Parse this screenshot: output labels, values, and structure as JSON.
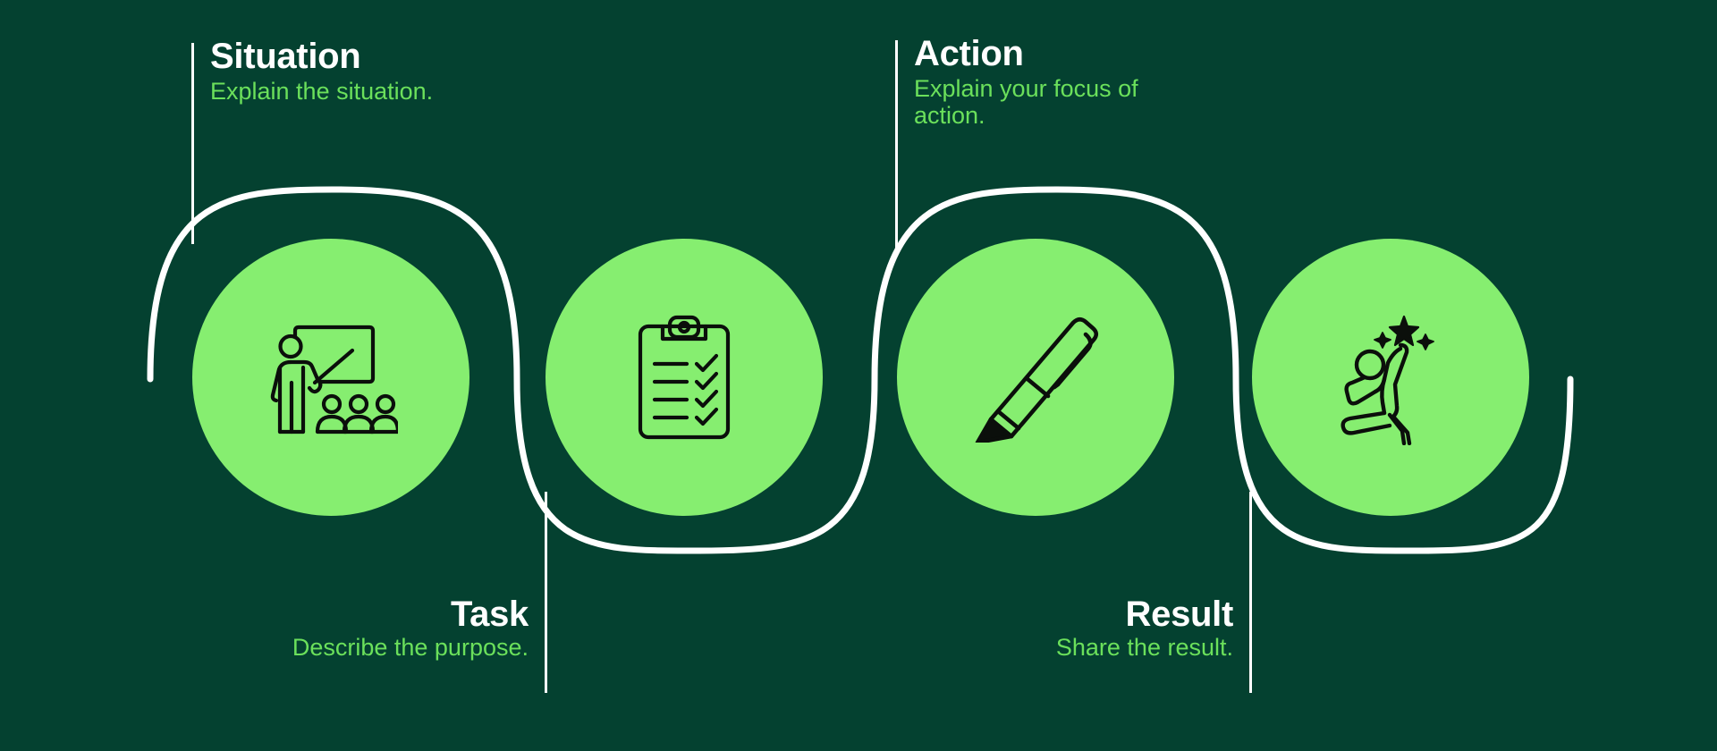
{
  "theme": {
    "background": "#044130",
    "circle_fill": "#86EE70",
    "wave_stroke": "#ffffff",
    "title_color": "#ffffff",
    "subtitle_color": "#6BE05B",
    "icon_stroke": "#0b0f0b"
  },
  "callouts": [
    {
      "key": "situation",
      "title": "Situation",
      "subtitle": "Explain the situation.",
      "position": "top",
      "rule": "left"
    },
    {
      "key": "action",
      "title": "Action",
      "subtitle": "Explain your focus of action.",
      "position": "top",
      "rule": "left"
    },
    {
      "key": "task",
      "title": "Task",
      "subtitle": "Describe the purpose.",
      "position": "bottom",
      "rule": "right"
    },
    {
      "key": "result",
      "title": "Result",
      "subtitle": "Share the result.",
      "position": "bottom",
      "rule": "right"
    }
  ],
  "nodes": [
    {
      "key": "situation",
      "icon": "presenter-whiteboard-audience-icon"
    },
    {
      "key": "task",
      "icon": "clipboard-checklist-icon"
    },
    {
      "key": "action",
      "icon": "pen-icon"
    },
    {
      "key": "result",
      "icon": "celebrating-runner-stars-icon"
    }
  ]
}
